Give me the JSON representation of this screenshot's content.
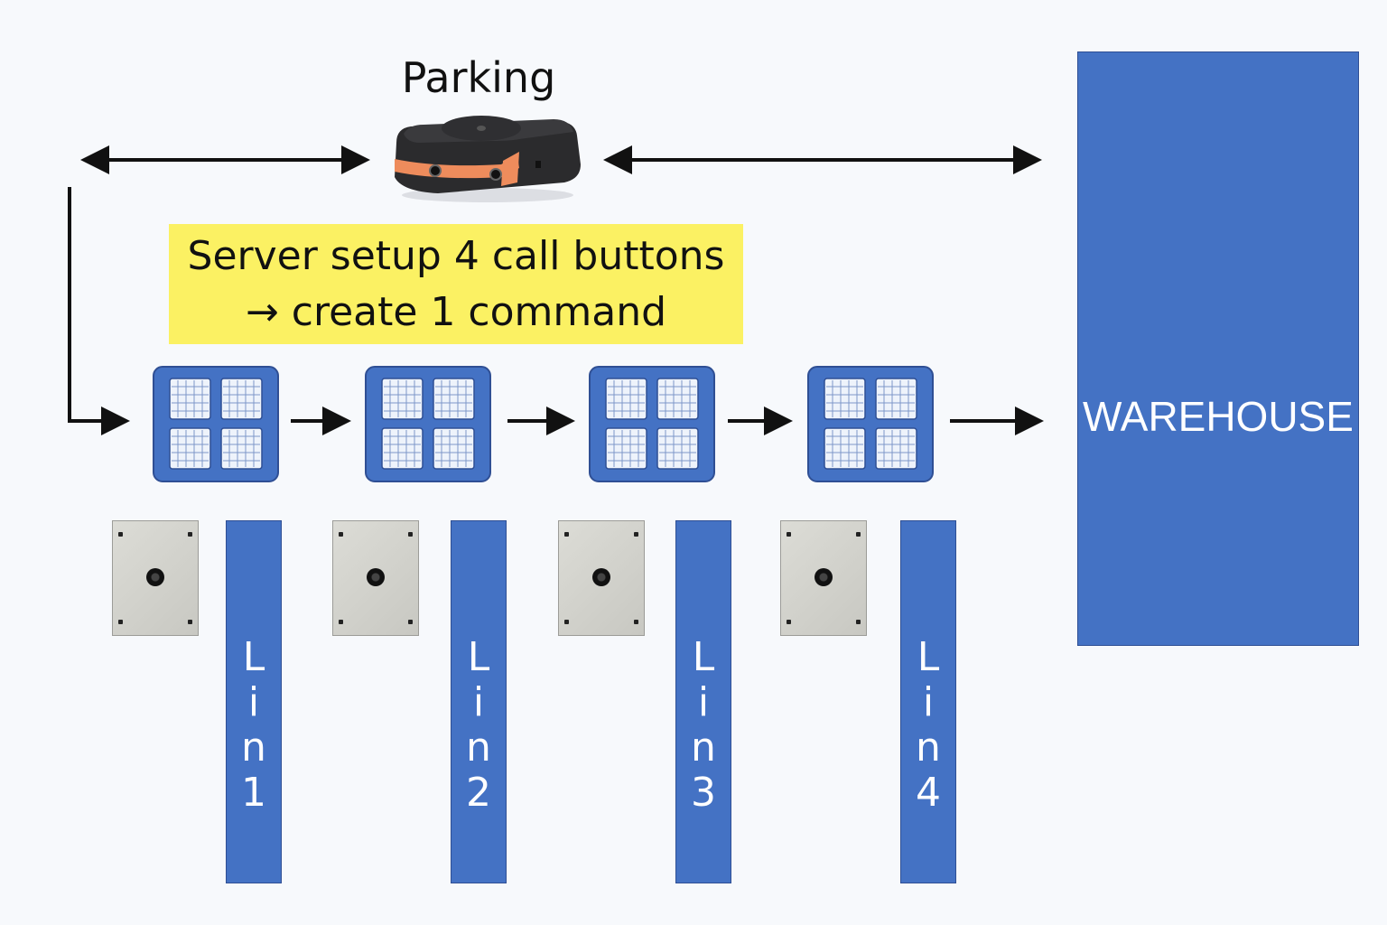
{
  "parking": {
    "label": "Parking"
  },
  "note": {
    "line1": "Server setup 4 call buttons",
    "line2": "→ create 1 command"
  },
  "warehouse": {
    "label": "WAREHOUSE"
  },
  "lines": [
    {
      "chars": [
        "L",
        "i",
        "n",
        "1"
      ]
    },
    {
      "chars": [
        "L",
        "i",
        "n",
        "2"
      ]
    },
    {
      "chars": [
        "L",
        "i",
        "n",
        "3"
      ]
    },
    {
      "chars": [
        "L",
        "i",
        "n",
        "4"
      ]
    }
  ],
  "colors": {
    "blue": "#4472c4",
    "note_yellow": "#fbf163",
    "robot_accent": "#ee8c5c"
  }
}
